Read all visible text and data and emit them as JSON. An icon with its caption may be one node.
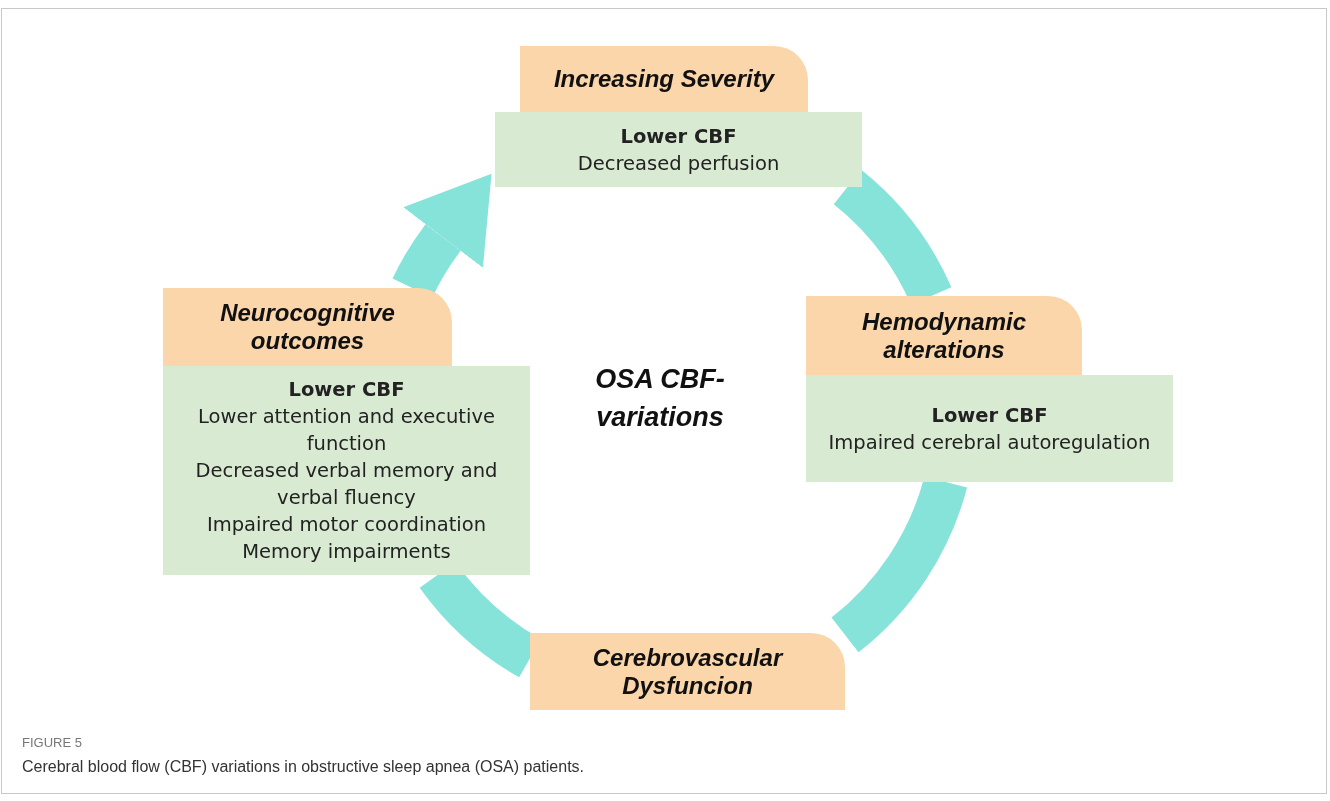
{
  "diagram": {
    "caption": "Cerebral blood flow (CBF) variations in obstructive sleep apnea (OSA) patients.",
    "nodes": [
      {
        "text": [
          "Increasing Severity"
        ]
      },
      {
        "text": [
          "Lower CBF",
          "Decreased perfusion"
        ]
      },
      {
        "text": [
          "Neurocognitive outcomes"
        ]
      },
      {
        "text": [
          "Hemodynamic alterations"
        ]
      },
      {
        "text": [
          "Lower CBF",
          "Lower attention and executive function",
          "Decreased verbal memory and verbal fluency",
          "Impaired motor coordination",
          "Memory impairments"
        ]
      },
      {
        "text": [
          "Lower CBF",
          "Impaired cerebral autoregulation"
        ]
      },
      {
        "text": [
          "Cerebrovascular Dysfuncion"
        ]
      }
    ],
    "edges": [
      {
        "from": 1,
        "to": 3,
        "arrow": "none"
      },
      {
        "from": 5,
        "to": 6,
        "arrow": "none"
      },
      {
        "from": 6,
        "to": 4,
        "arrow": "none"
      },
      {
        "from": 2,
        "to": 1,
        "arrow": "to"
      }
    ],
    "labels": [
      "OSA CBF- variations",
      "FIGURE 5"
    ]
  }
}
